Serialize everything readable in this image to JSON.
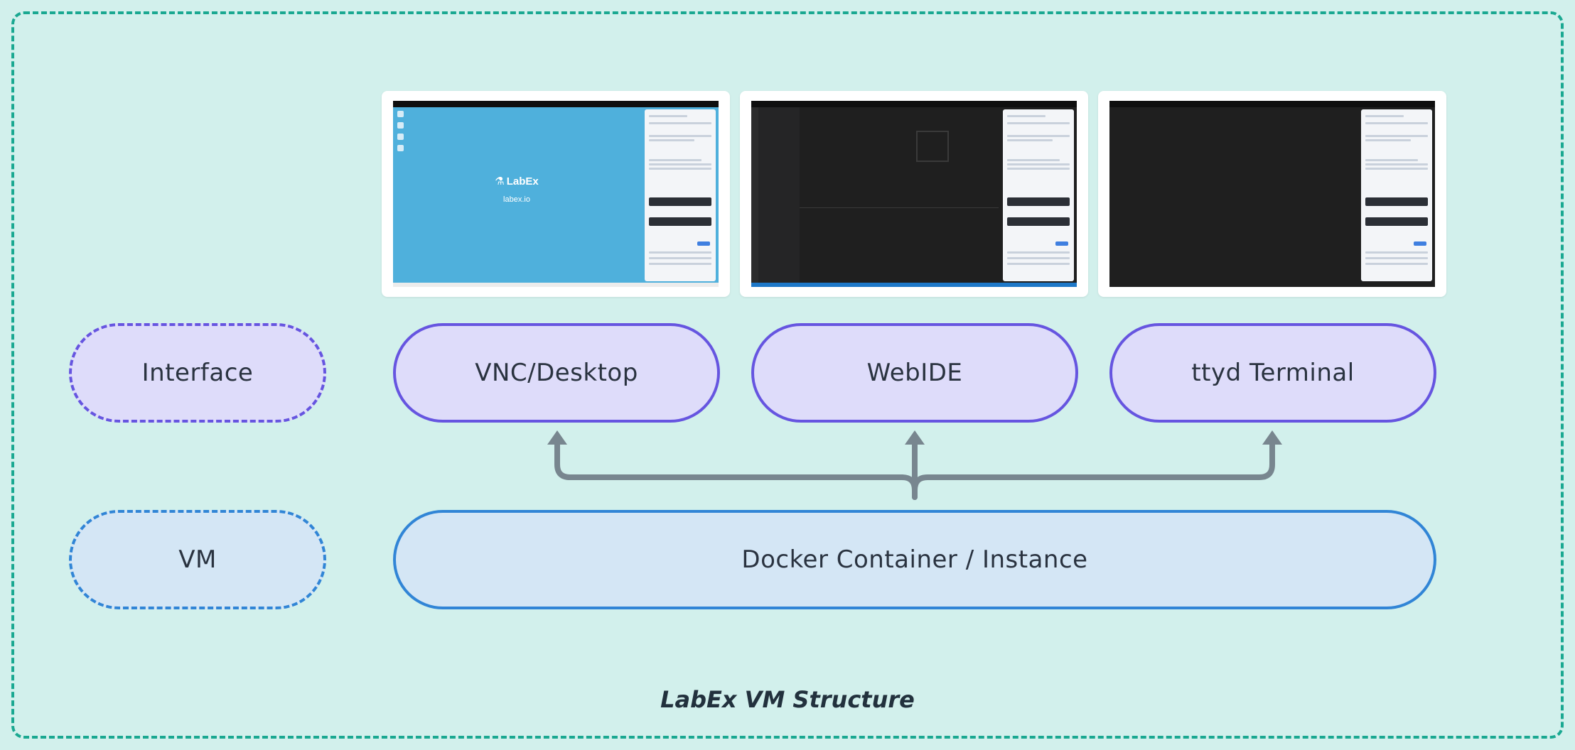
{
  "diagram": {
    "caption": "LabEx VM Structure",
    "layers": {
      "interface_label": "Interface",
      "vm_label": "VM"
    },
    "interfaces": [
      {
        "label": "VNC/Desktop"
      },
      {
        "label": "WebIDE"
      },
      {
        "label": "ttyd Terminal"
      }
    ],
    "container_label": "Docker Container / Instance",
    "screenshots": {
      "desktop_brand": "LabEx",
      "desktop_url": "labex.io"
    }
  },
  "colors": {
    "background": "#d2f0ec",
    "frame_border": "#1aa891",
    "interface_fill": "#dedcfa",
    "interface_border": "#6655e0",
    "vm_fill": "#d4e6f5",
    "vm_border": "#3185d6",
    "arrow": "#78868f",
    "desktop_screen": "#4fb0dc"
  }
}
